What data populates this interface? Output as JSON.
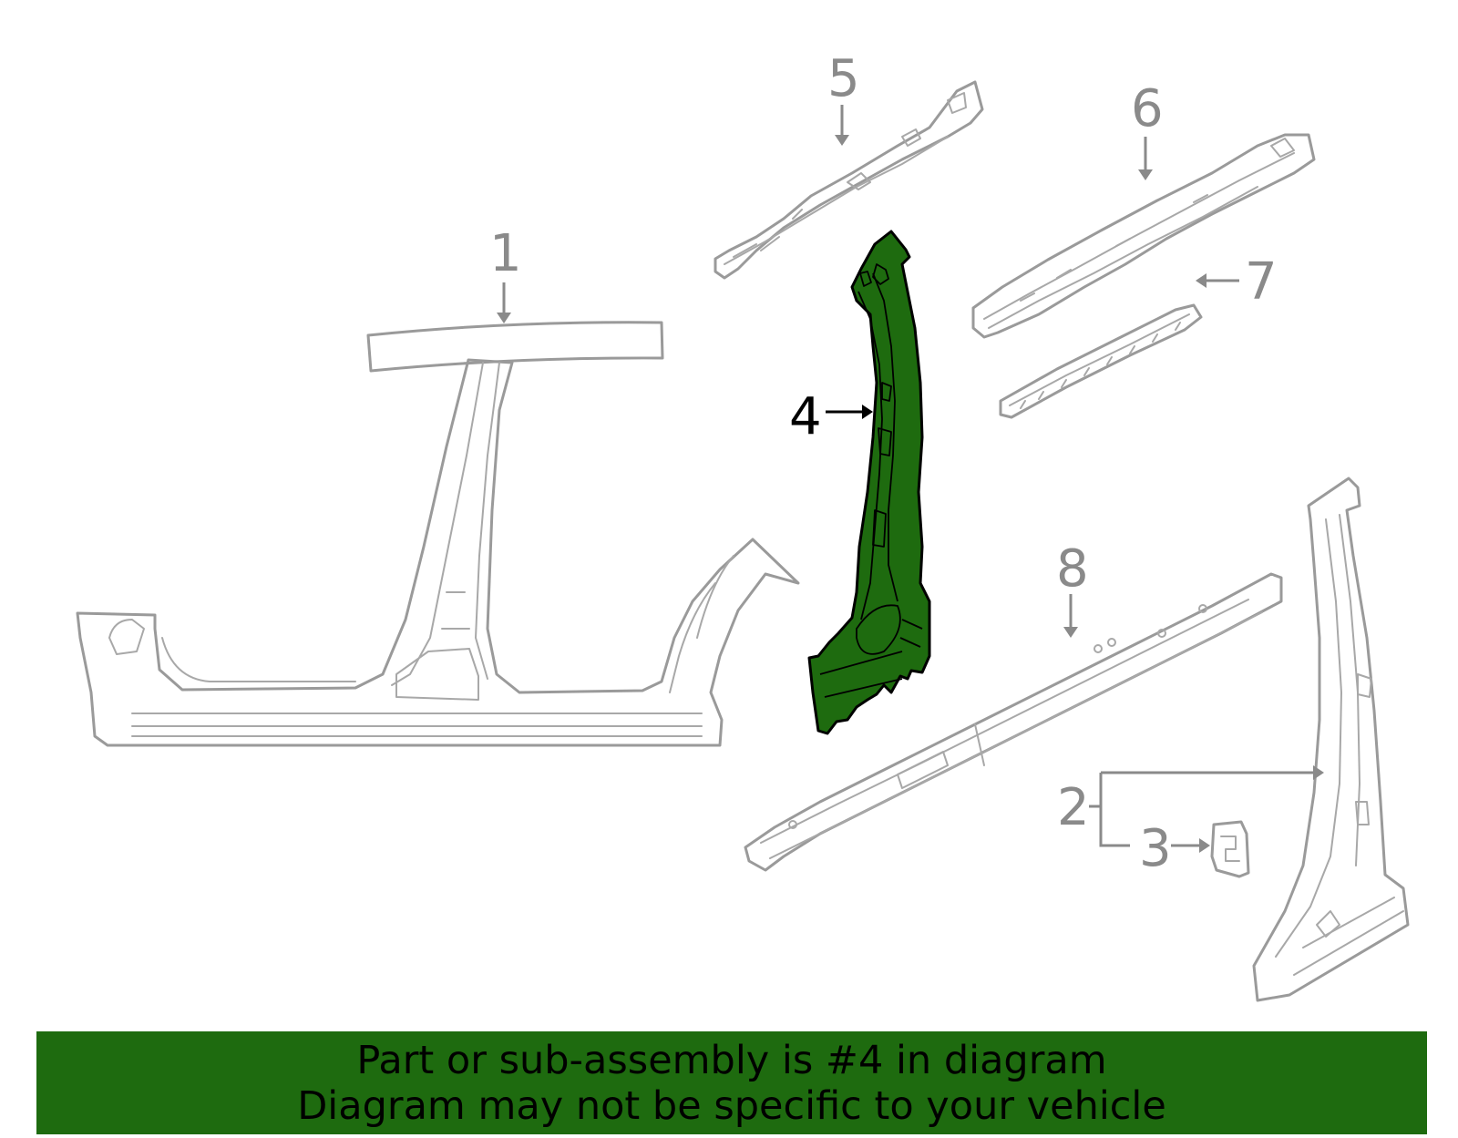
{
  "callouts": {
    "c1": "1",
    "c2": "2",
    "c3": "3",
    "c4": "4",
    "c5": "5",
    "c6": "6",
    "c7": "7",
    "c8": "8"
  },
  "highlighted_part": "4",
  "colors": {
    "highlight_fill": "#1e6b0f",
    "line_gray": "#9a9a9a",
    "banner_bg": "#1e6b0f"
  },
  "banner": {
    "line1": "Part or sub-assembly is #4 in diagram",
    "line2": "Diagram may not be specific to your vehicle"
  }
}
